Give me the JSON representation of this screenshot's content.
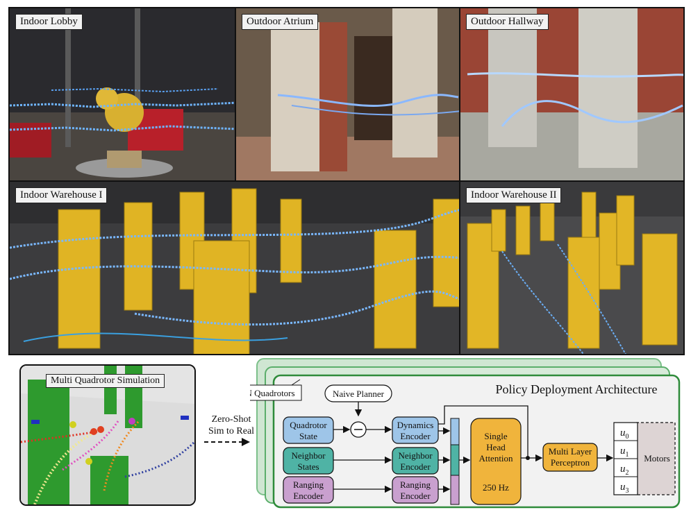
{
  "photos": [
    {
      "label": "Indoor Lobby"
    },
    {
      "label": "Outdoor Atrium"
    },
    {
      "label": "Outdoor Hallway"
    },
    {
      "label": "Indoor Warehouse I"
    },
    {
      "label": "Indoor Warehouse II"
    }
  ],
  "simulation": {
    "label": "Multi Quadrotor Simulation"
  },
  "transfer": {
    "line1": "Zero-Shot",
    "line2": "Sim to Real"
  },
  "architecture": {
    "title": "Policy Deployment Architecture",
    "n_quadrotors": "N Quadrotors",
    "naive_planner": "Naive Planner",
    "inputs": {
      "quad_state": [
        "Quadrotor",
        "State"
      ],
      "neighbor_states": [
        "Neighbor",
        "States"
      ],
      "ranging_encoder_in": [
        "Ranging",
        "Encoder"
      ]
    },
    "encoders": {
      "dynamics": [
        "Dynamics",
        "Encoder"
      ],
      "neighbor": [
        "Neighbor",
        "Encoder"
      ],
      "ranging": [
        "Ranging",
        "Encoder"
      ]
    },
    "attention": [
      "Single",
      "Head",
      "Attention"
    ],
    "rate": "250 Hz",
    "mlp": [
      "Multi Layer",
      "Perceptron"
    ],
    "outputs": [
      "u",
      "u",
      "u",
      "u"
    ],
    "output_subscripts": [
      "0",
      "1",
      "2",
      "3"
    ],
    "motors": "Motors"
  },
  "colors": {
    "green_frame": "#2e8b3a",
    "blue_box": "#9ec5e8",
    "teal_box": "#4fb3a5",
    "purple_box": "#c9a0cf",
    "orange_box": "#f0b43c",
    "motors_box": "#ddd4d4"
  }
}
